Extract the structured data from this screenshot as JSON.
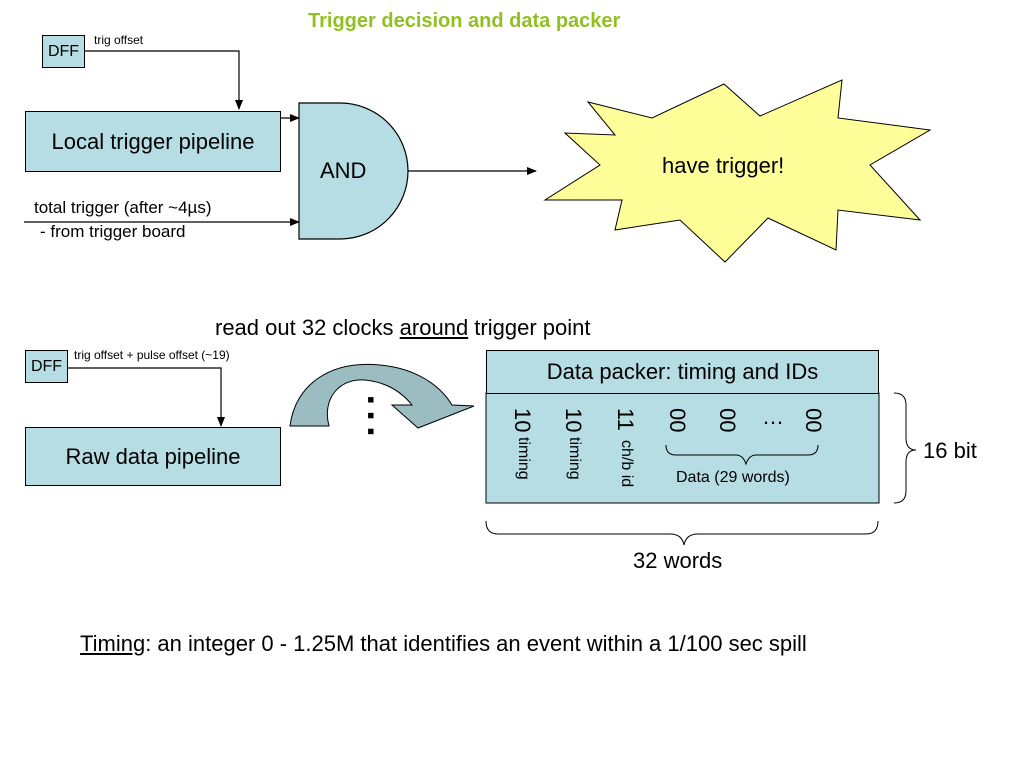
{
  "title": "Trigger decision and data packer",
  "top_section": {
    "dff_label": "DFF",
    "trig_offset_label": "trig offset",
    "local_pipeline_label": "Local trigger pipeline",
    "and_label": "AND",
    "total_trigger_line1": "total trigger (after ~4µs)",
    "total_trigger_line2": "- from trigger board",
    "have_trigger_label": "have trigger!"
  },
  "bottom_section": {
    "readout_prefix": "read out 32 clocks ",
    "readout_underlined": "around",
    "readout_suffix": " trigger point",
    "dff_label": "DFF",
    "trig_pulse_offset_label": "trig offset + pulse offset (~19)",
    "raw_pipeline_label": "Raw data pipeline",
    "arrow_glyphs": "▪▪▪",
    "packer_header": "Data packer: timing and IDs",
    "columns": [
      {
        "bits": "10",
        "desc": "timing"
      },
      {
        "bits": "10",
        "desc": "timing"
      },
      {
        "bits": "11",
        "desc": "ch/b id"
      },
      {
        "bits": "00",
        "desc": ""
      },
      {
        "bits": "00",
        "desc": ""
      },
      {
        "bits": "00",
        "desc": ""
      }
    ],
    "ellipsis": "…",
    "data_words_label": "Data (29 words)",
    "bit_width_label": "16 bit",
    "word_count_label": "32 words"
  },
  "footer": {
    "timing_term": "Timing",
    "timing_definition": ": an integer 0 - 1.25M that identifies an event within a 1/100 sec spill"
  },
  "colors": {
    "title_green": "#92c023",
    "box_fill": "#b6dde3",
    "burst_fill": "#ffff99",
    "curved_arrow_fill": "#9bbdc1"
  }
}
